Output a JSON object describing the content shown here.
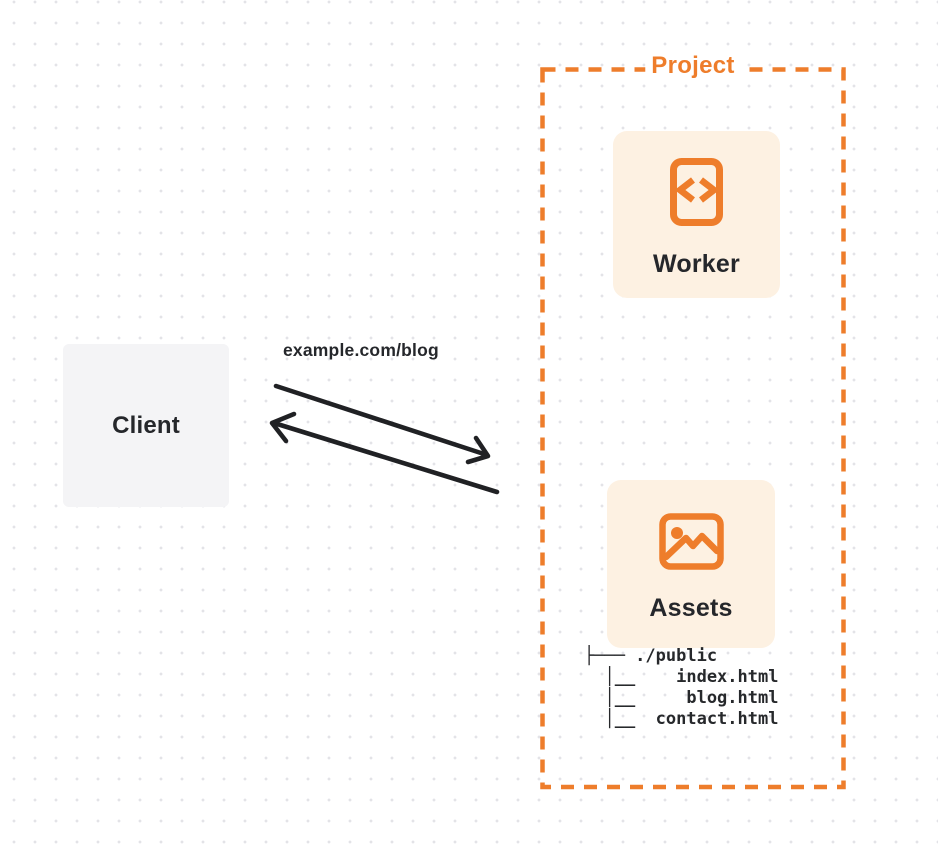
{
  "client": {
    "label": "Client"
  },
  "request_label": "example.com/blog",
  "project": {
    "label": "Project",
    "worker": {
      "label": "Worker",
      "icon": "code-icon"
    },
    "assets": {
      "label": "Assets",
      "icon": "image-icon"
    },
    "file_tree": "├─── ./public\n  │__    index.html\n  │__     blog.html\n  │__  contact.html"
  },
  "colors": {
    "accent_orange": "#ee7d2b",
    "card_background": "#fdf1e2",
    "client_background": "#f4f4f6",
    "text_dark": "#25272b",
    "arrow_black": "#202124",
    "grid_dot": "#e3e3e7"
  }
}
